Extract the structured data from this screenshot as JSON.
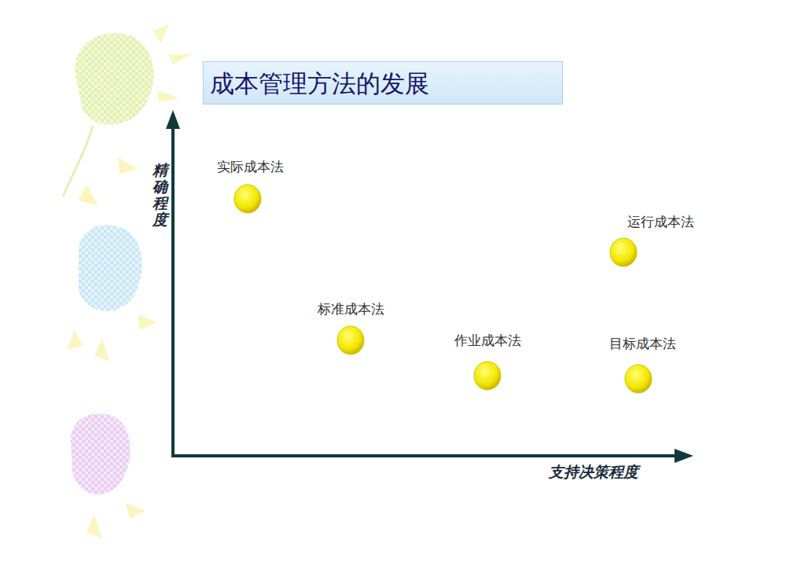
{
  "diagram": {
    "title": "成本管理方法的发展",
    "nodes": [
      {
        "text": [
          "实际成本法"
        ]
      },
      {
        "text": [
          "标准成本法"
        ]
      },
      {
        "text": [
          "作业成本法"
        ]
      },
      {
        "text": [
          "运行成本法"
        ]
      },
      {
        "text": [
          "目标成本法"
        ]
      }
    ],
    "labels": [
      "精确程度",
      "支持决策程度"
    ]
  }
}
